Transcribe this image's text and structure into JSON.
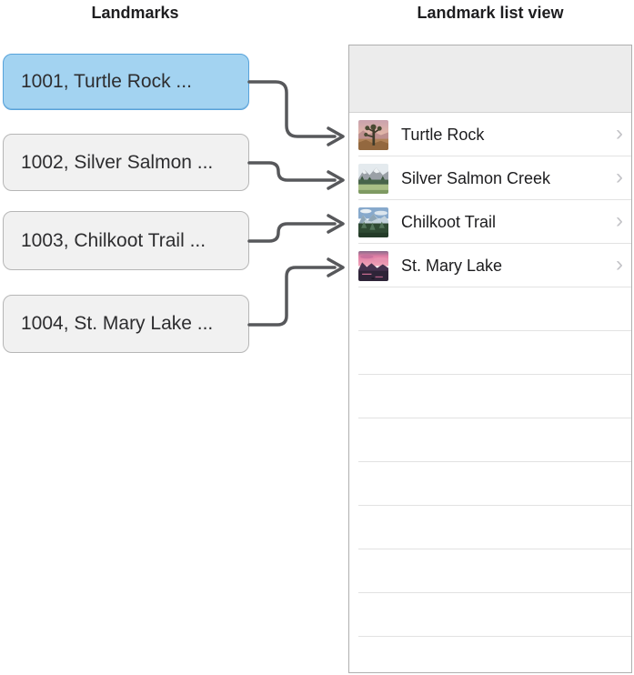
{
  "left_column": {
    "title": "Landmarks",
    "records": [
      {
        "id_label": "1001, Turtle Rock ...",
        "selected": true
      },
      {
        "id_label": "1002, Silver Salmon ...",
        "selected": false
      },
      {
        "id_label": "1003, Chilkoot Trail ...",
        "selected": false
      },
      {
        "id_label": "1004, St. Mary Lake ...",
        "selected": false
      }
    ]
  },
  "right_column": {
    "title": "Landmark list view",
    "list_rows": [
      {
        "title": "Turtle Rock",
        "thumbnail": "turtle-rock-photo",
        "accessory": "›"
      },
      {
        "title": "Silver Salmon Creek",
        "thumbnail": "silver-salmon-creek-photo",
        "accessory": "›"
      },
      {
        "title": "Chilkoot Trail",
        "thumbnail": "chilkoot-trail-photo",
        "accessory": "›"
      },
      {
        "title": "St. Mary Lake",
        "thumbnail": "st-mary-lake-photo",
        "accessory": "›"
      }
    ],
    "empty_row_count": 9
  },
  "colors": {
    "selected_record_fill": "#A3D3F1",
    "selected_record_border": "#57A2DA",
    "record_fill": "#F1F1F1",
    "record_border": "#B6B6B6",
    "arrow": "#57585B",
    "panel_border": "#AFAFAF",
    "nav_bar_fill": "#ECECEC",
    "separator": "#E2E2E2",
    "chevron": "#C4C4C8"
  }
}
